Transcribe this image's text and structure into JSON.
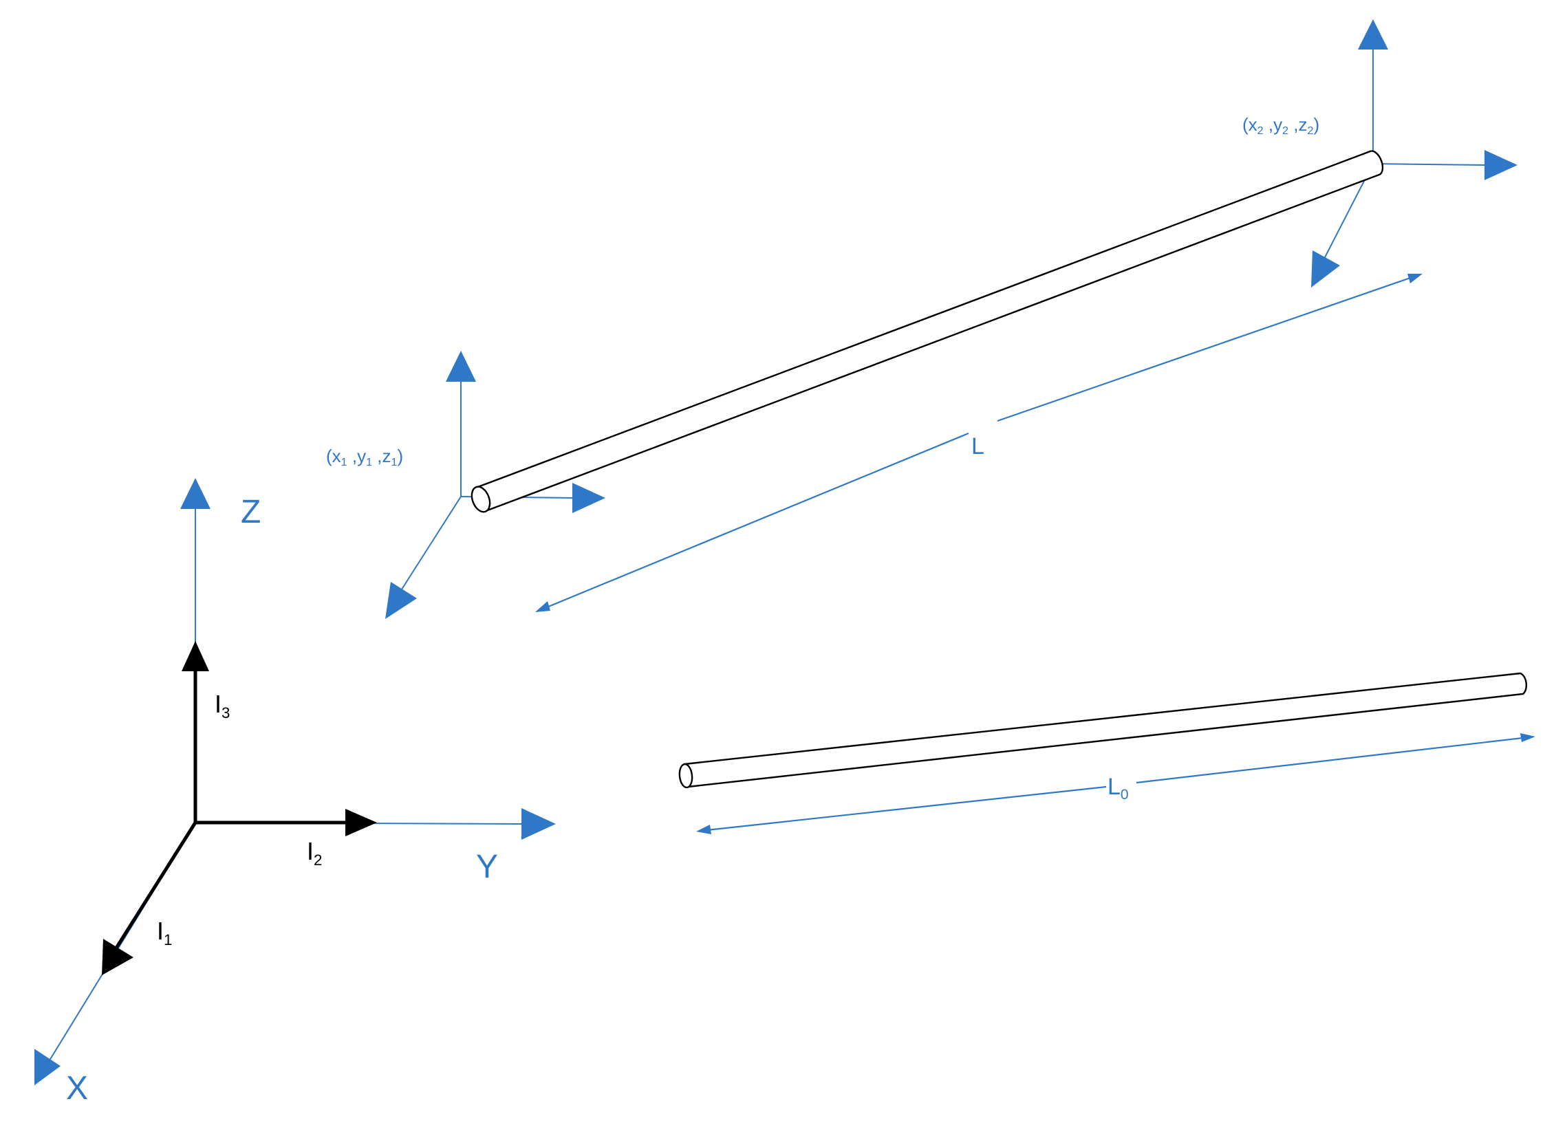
{
  "global_axes": {
    "z_label": "Z",
    "y_label": "Y",
    "x_label": "X"
  },
  "unit_vectors": {
    "i3": {
      "base": "I",
      "sub": "3"
    },
    "i2": {
      "base": "I",
      "sub": "2"
    },
    "i1": {
      "base": "I",
      "sub": "1"
    }
  },
  "deformed_rod": {
    "length_label": "L",
    "end1": {
      "x": "x",
      "x_sub": "1",
      "y": "y",
      "y_sub": "1",
      "z": "z",
      "z_sub": "1"
    },
    "end2": {
      "x": "x",
      "x_sub": "2",
      "y": "y",
      "y_sub": "2",
      "z": "z",
      "z_sub": "2"
    }
  },
  "reference_rod": {
    "length_label": "L",
    "length_sub": "0"
  },
  "colors": {
    "axis_blue": "#2f78c8",
    "vector_black": "#000000"
  }
}
